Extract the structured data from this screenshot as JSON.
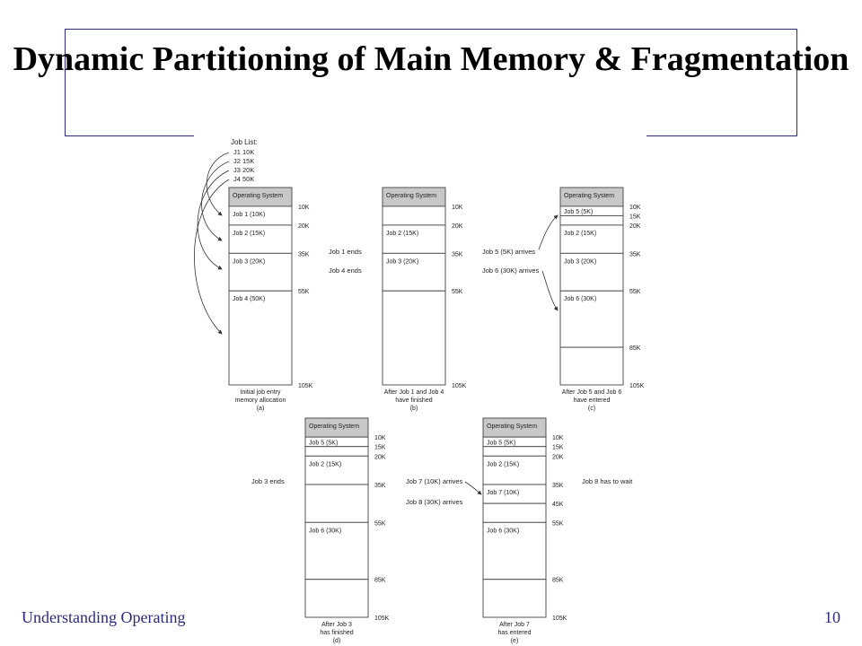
{
  "slide": {
    "title": "Dynamic Partitioning of Main Memory & Fragmentation",
    "footer_left": "Understanding Operating",
    "page_number": "10"
  },
  "job_list": {
    "heading": "Job List:",
    "items": [
      "J1   10K",
      "J2   15K",
      "J3   20K",
      "J4   50K"
    ]
  },
  "panels": [
    {
      "id": "a",
      "caption": [
        "Initial job entry",
        "memory allocation",
        "(a)"
      ],
      "partitions": [
        {
          "label": "Operating System",
          "start": 0,
          "end": 10,
          "os": true
        },
        {
          "label": "Job 1   (10K)",
          "start": 10,
          "end": 20
        },
        {
          "label": "Job 2   (15K)",
          "start": 20,
          "end": 35
        },
        {
          "label": "Job 3   (20K)",
          "start": 35,
          "end": 55
        },
        {
          "label": "Job 4   (50K)",
          "start": 55,
          "end": 105
        }
      ],
      "ticks": [
        {
          "text": "10K",
          "value": 10
        },
        {
          "text": "20K",
          "value": 20
        },
        {
          "text": "35K",
          "value": 35
        },
        {
          "text": "55K",
          "value": 55
        },
        {
          "text": "105K",
          "value": 105
        }
      ]
    },
    {
      "id": "b",
      "caption": [
        "After Job 1 and Job 4",
        "have finished",
        "(b)"
      ],
      "partitions": [
        {
          "label": "Operating System",
          "start": 0,
          "end": 10,
          "os": true
        },
        {
          "label": "",
          "start": 10,
          "end": 20
        },
        {
          "label": "Job 2   (15K)",
          "start": 20,
          "end": 35
        },
        {
          "label": "Job 3   (20K)",
          "start": 35,
          "end": 55
        },
        {
          "label": "",
          "start": 55,
          "end": 105
        }
      ],
      "ticks": [
        {
          "text": "10K",
          "value": 10
        },
        {
          "text": "20K",
          "value": 20
        },
        {
          "text": "35K",
          "value": 35
        },
        {
          "text": "55K",
          "value": 55
        },
        {
          "text": "105K",
          "value": 105
        }
      ]
    },
    {
      "id": "c",
      "caption": [
        "After Job 5 and Job 6",
        "have entered",
        "(c)"
      ],
      "partitions": [
        {
          "label": "Operating System",
          "start": 0,
          "end": 10,
          "os": true
        },
        {
          "label": "Job 5   (5K)",
          "start": 10,
          "end": 15
        },
        {
          "label": "",
          "start": 15,
          "end": 20
        },
        {
          "label": "Job 2   (15K)",
          "start": 20,
          "end": 35
        },
        {
          "label": "Job 3   (20K)",
          "start": 35,
          "end": 55
        },
        {
          "label": "Job 6   (30K)",
          "start": 55,
          "end": 85
        },
        {
          "label": "",
          "start": 85,
          "end": 105
        }
      ],
      "ticks": [
        {
          "text": "10K",
          "value": 10
        },
        {
          "text": "15K",
          "value": 15
        },
        {
          "text": "20K",
          "value": 20
        },
        {
          "text": "35K",
          "value": 35
        },
        {
          "text": "55K",
          "value": 55
        },
        {
          "text": "85K",
          "value": 85
        },
        {
          "text": "105K",
          "value": 105
        }
      ]
    },
    {
      "id": "d",
      "caption": [
        "After Job 3",
        "has finished",
        "(d)"
      ],
      "partitions": [
        {
          "label": "Operating System",
          "start": 0,
          "end": 10,
          "os": true
        },
        {
          "label": "Job 5   (5K)",
          "start": 10,
          "end": 15
        },
        {
          "label": "",
          "start": 15,
          "end": 20
        },
        {
          "label": "Job 2   (15K)",
          "start": 20,
          "end": 35
        },
        {
          "label": "",
          "start": 35,
          "end": 55
        },
        {
          "label": "Job 6   (30K)",
          "start": 55,
          "end": 85
        },
        {
          "label": "",
          "start": 85,
          "end": 105
        }
      ],
      "ticks": [
        {
          "text": "10K",
          "value": 10
        },
        {
          "text": "15K",
          "value": 15
        },
        {
          "text": "20K",
          "value": 20
        },
        {
          "text": "35K",
          "value": 35
        },
        {
          "text": "55K",
          "value": 55
        },
        {
          "text": "85K",
          "value": 85
        },
        {
          "text": "105K",
          "value": 105
        }
      ]
    },
    {
      "id": "e",
      "caption": [
        "After Job 7",
        "has entered",
        "(e)"
      ],
      "partitions": [
        {
          "label": "Operating System",
          "start": 0,
          "end": 10,
          "os": true
        },
        {
          "label": "Job 5   (5K)",
          "start": 10,
          "end": 15
        },
        {
          "label": "",
          "start": 15,
          "end": 20
        },
        {
          "label": "Job 2   (15K)",
          "start": 20,
          "end": 35
        },
        {
          "label": "Job 7   (10K)",
          "start": 35,
          "end": 45
        },
        {
          "label": "",
          "start": 45,
          "end": 55
        },
        {
          "label": "Job 6   (30K)",
          "start": 55,
          "end": 85
        },
        {
          "label": "",
          "start": 85,
          "end": 105
        }
      ],
      "ticks": [
        {
          "text": "10K",
          "value": 10
        },
        {
          "text": "15K",
          "value": 15
        },
        {
          "text": "20K",
          "value": 20
        },
        {
          "text": "35K",
          "value": 35
        },
        {
          "text": "45K",
          "value": 45
        },
        {
          "text": "55K",
          "value": 55
        },
        {
          "text": "85K",
          "value": 85
        },
        {
          "text": "105K",
          "value": 105
        }
      ]
    }
  ],
  "events": {
    "ab_1": "Job 1 ends",
    "ab_2": "Job 4 ends",
    "bc_1": "Job 5 (5K) arrives",
    "bc_2": "Job 6 (30K) arrives",
    "d_left": "Job 3 ends",
    "de_1": "Job 7 (10K) arrives",
    "de_2": "Job 8 (30K) arrives",
    "e_right": "Job 8 has to wait"
  },
  "colors": {
    "os_fill": "#c8c8c8",
    "title_border": "#2b2b7a",
    "footer_text": "#2b2b7a"
  }
}
